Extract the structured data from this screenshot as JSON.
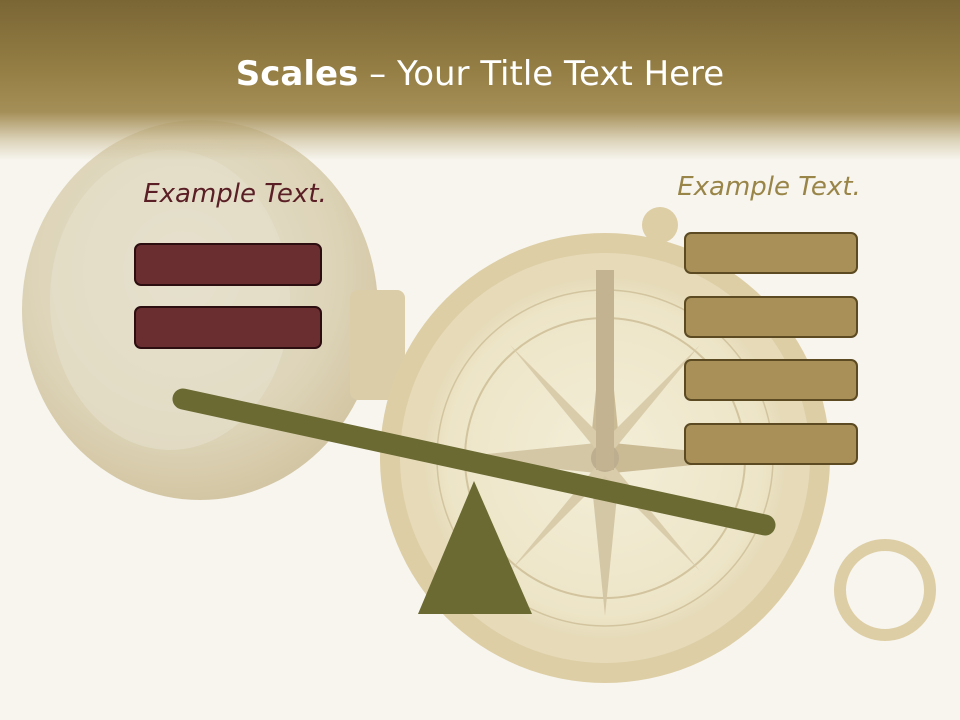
{
  "title": {
    "bold": "Scales",
    "rest": " – Your Title Text Here"
  },
  "left_group": {
    "label": "Example Text.",
    "box_count": 2
  },
  "right_group": {
    "label": "Example Text.",
    "box_count": 4
  },
  "colors": {
    "title_band": "#957f45",
    "title_text": "#ffffff",
    "left_label": "#5a1f25",
    "left_box": "#6a2e30",
    "right_label": "#9a8548",
    "right_box": "#a99058",
    "beam": "#6b6a33",
    "fulcrum": "#6b6a33"
  },
  "background_image": "brass-compass"
}
